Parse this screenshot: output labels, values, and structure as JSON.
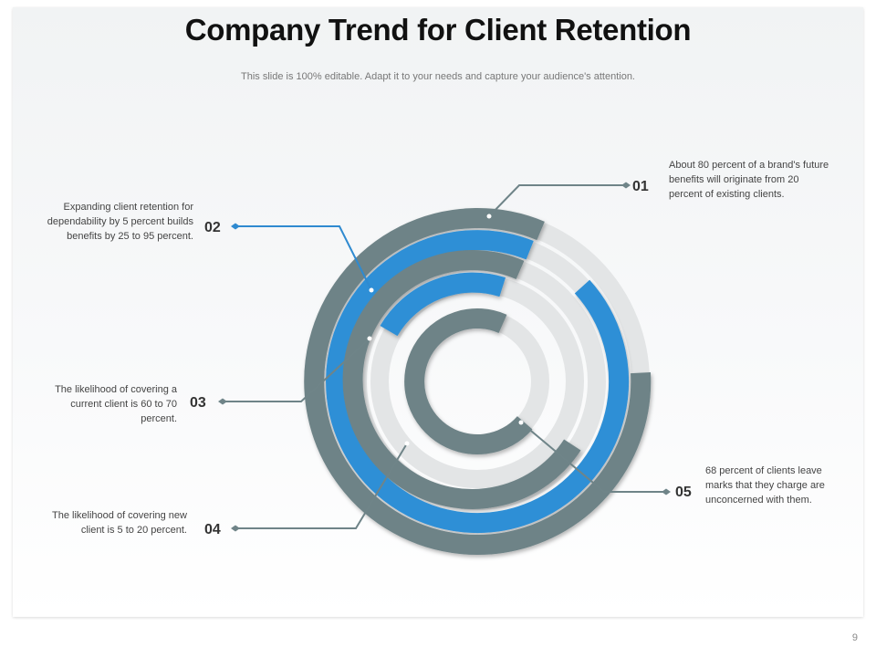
{
  "title": "Company Trend for Client Retention",
  "subtitle": "This slide is 100% editable. Adapt it to your needs and capture your audience's attention.",
  "items": [
    {
      "number": "01",
      "text": "About 80 percent of a brand's future benefits will originate from 20 percent of existing clients."
    },
    {
      "number": "02",
      "text": "Expanding client retention for dependability by 5 percent builds benefits by 25 to 95 percent."
    },
    {
      "number": "03",
      "text": "The likelihood of covering a current client is 60 to 70 percent."
    },
    {
      "number": "04",
      "text": "The likelihood of covering new client is 5 to 20 percent."
    },
    {
      "number": "05",
      "text": "68 percent of clients leave marks that they charge are unconcerned with them."
    }
  ],
  "page_number": "9",
  "colors": {
    "gray_ring": "#6e8387",
    "blue_ring": "#2d8fd6",
    "track": "#e3e5e6",
    "connector_gray": "#6f8488",
    "connector_blue": "#2f8ad0"
  }
}
